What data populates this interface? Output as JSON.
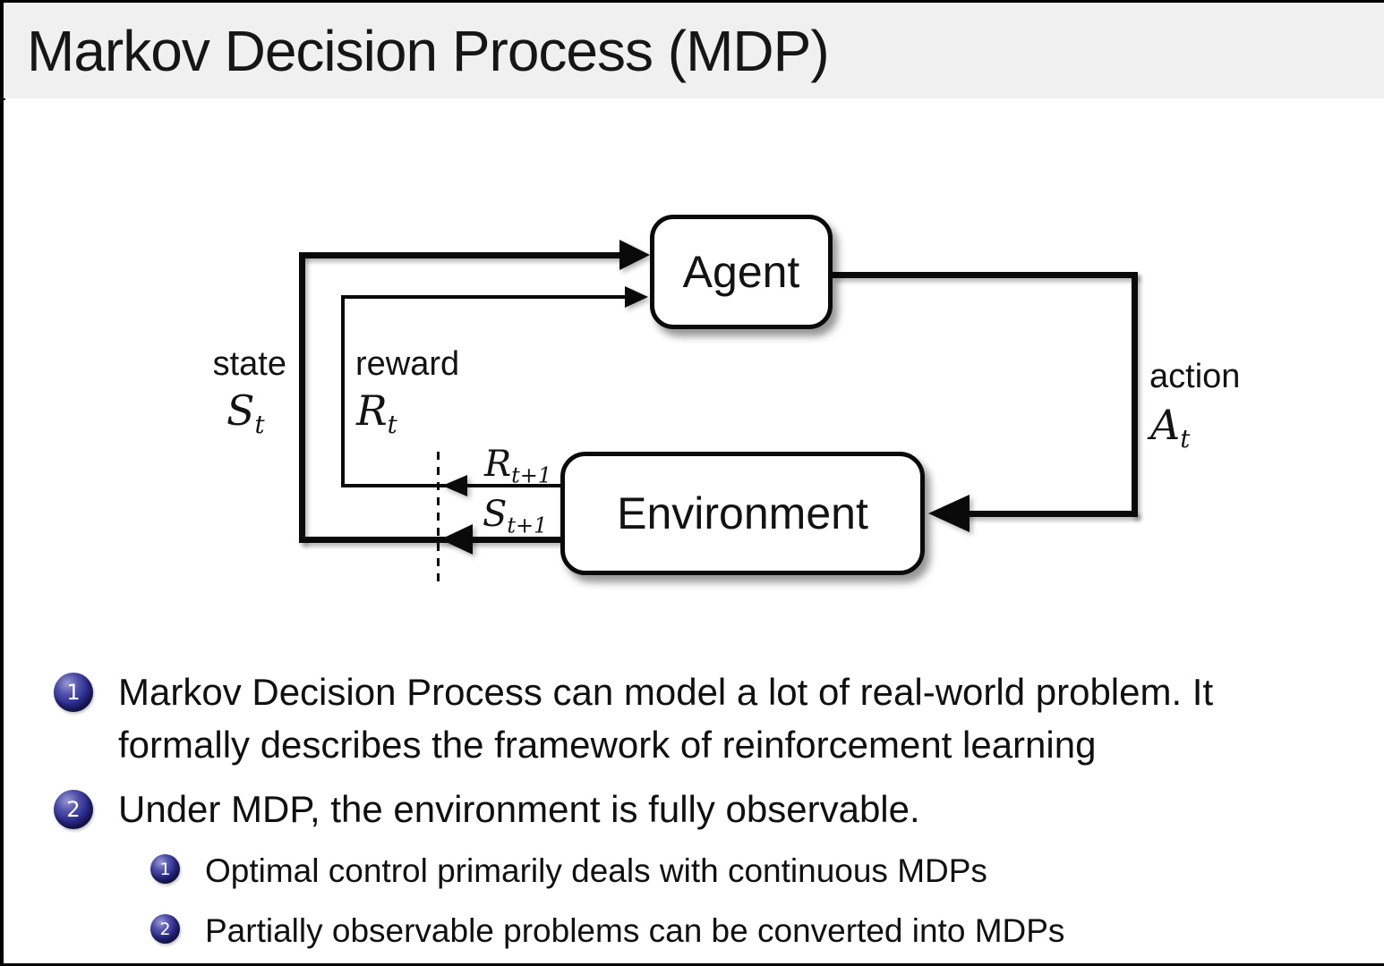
{
  "title": "Markov Decision Process (MDP)",
  "diagram": {
    "agent_label": "Agent",
    "environment_label": "Environment",
    "state_label": "state",
    "state_symbol": "S",
    "state_sub": "t",
    "reward_label": "reward",
    "reward_symbol": "R",
    "reward_sub": "t",
    "action_label": "action",
    "action_symbol": "A",
    "action_sub": "t",
    "next_reward_symbol": "R",
    "next_reward_sub": "t+1",
    "next_state_symbol": "S",
    "next_state_sub": "t+1"
  },
  "bullets": {
    "0": {
      "number": "1",
      "text": "Markov Decision Process can model a lot of real-world problem. It formally describes the framework of reinforcement learning"
    },
    "1": {
      "number": "2",
      "text": "Under MDP, the environment is fully observable."
    },
    "sub0": {
      "number": "1",
      "text": "Optimal control primarily deals with continuous MDPs"
    },
    "sub1": {
      "number": "2",
      "text": "Partially observable problems can be converted into MDPs"
    }
  },
  "colors": {
    "title_bg": "#f0f0f0",
    "ink": "#0a0a0a",
    "ball_blue": "#2b2b90"
  }
}
